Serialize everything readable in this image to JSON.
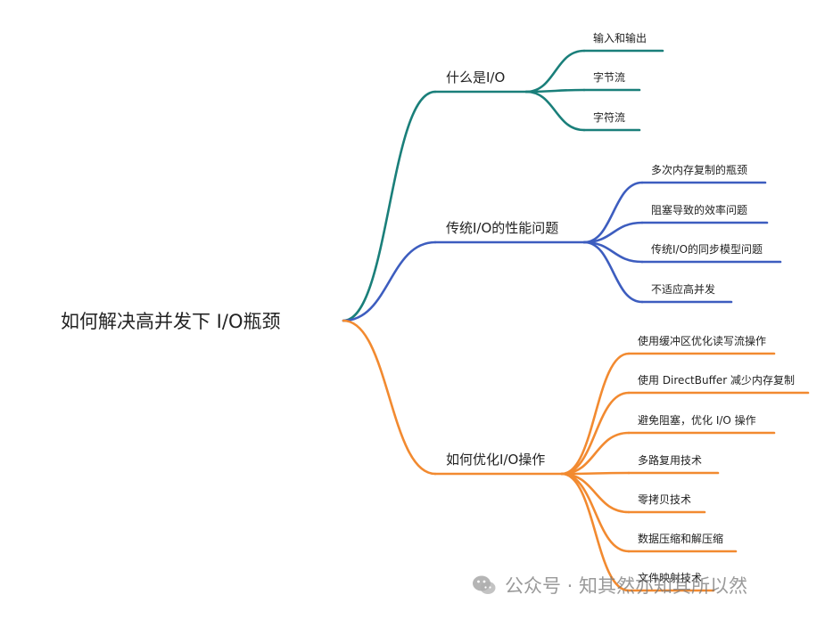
{
  "root": {
    "label": "如何解决高并发下 I/O瓶颈"
  },
  "branches": [
    {
      "label": "什么是I/O",
      "color": "#1a7f7a",
      "children": [
        "输入和输出",
        "字节流",
        "字符流"
      ]
    },
    {
      "label": "传统I/O的性能问题",
      "color": "#3d5dbf",
      "children": [
        "多次内存复制的瓶颈",
        "阻塞导致的效率问题",
        "传统I/O的同步模型问题",
        "不适应高并发"
      ]
    },
    {
      "label": "如何优化I/O操作",
      "color": "#f28a30",
      "children": [
        "使用缓冲区优化读写流操作",
        "使用 DirectBuffer 减少内存复制",
        "避免阻塞，优化 I/O 操作",
        "多路复用技术",
        "零拷贝技术",
        "数据压缩和解压缩",
        "文件映射技术"
      ]
    }
  ],
  "watermark": {
    "text": "公众号 · 知其然亦知其所以然",
    "icon": "wechat-icon"
  }
}
